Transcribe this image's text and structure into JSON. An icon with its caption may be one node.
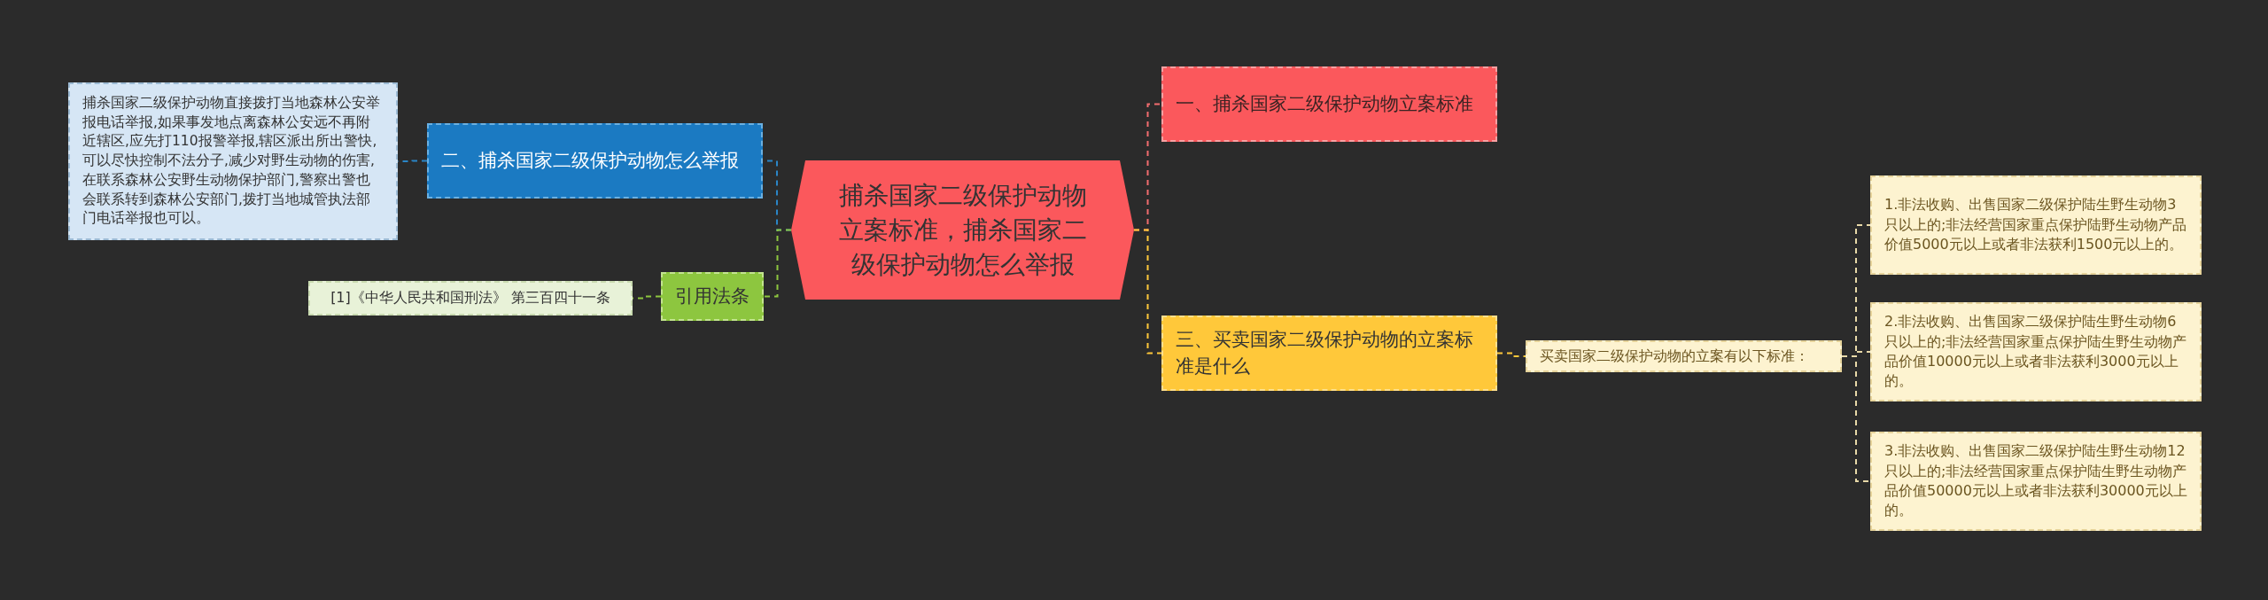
{
  "diagram": {
    "nodes": [
      {
        "text": [
          "捕杀国家二级保护动物立案标准，捕杀国家二级保护动物怎么举报"
        ]
      },
      {
        "text": [
          "一、捕杀国家二级保护动物立案标准"
        ]
      },
      {
        "text": [
          "二、捕杀国家二级保护动物怎么举报"
        ]
      },
      {
        "text": [
          "捕杀国家二级保护动物直接拨打当地森林公安举报电话举报,如果事发地点离森林公安远不再附近辖区,应先打110报警举报,辖区派出所出警快,可以尽快控制不法分子,减少对野生动物的伤害,在联系森林公安野生动物保护部门,警察出警也会联系转到森林公安部门,拨打当地城管执法部门电话举报也可以。"
        ]
      },
      {
        "text": [
          "引用法条"
        ]
      },
      {
        "text": [
          "[1]《中华人民共和国刑法》 第三百四十一条"
        ]
      },
      {
        "text": [
          "三、买卖国家二级保护动物的立案标准是什么"
        ]
      },
      {
        "text": [
          "买卖国家二级保护动物的立案有以下标准："
        ]
      },
      {
        "text": [
          "1.非法收购、出售国家二级保护陆生野生动物3只以上的;非法经营国家重点保护陆野生动物产品价值5000元以上或者非法获利1500元以上的。"
        ]
      },
      {
        "text": [
          "2.非法收购、出售国家二级保护陆生野生动物6只以上的;非法经营国家重点保护陆生野生动物产品价值10000元以上或者非法获利3000元以上的。"
        ]
      },
      {
        "text": [
          "3.非法收购、出售国家二级保护陆生野生动物12只以上的;非法经营国家重点保护陆生野生动物产品价值50000元以上或者非法获利30000元以上的。"
        ]
      }
    ],
    "edges": [
      {
        "from": 0,
        "to": 1,
        "arrow": "none",
        "style": "dashed",
        "color": "#f26d6f"
      },
      {
        "from": 0,
        "to": 2,
        "arrow": "none",
        "style": "dashed",
        "color": "#2a86c8"
      },
      {
        "from": 2,
        "to": 3,
        "arrow": "none",
        "style": "dashed",
        "color": "#2a86c8"
      },
      {
        "from": 0,
        "to": 4,
        "arrow": "none",
        "style": "dashed",
        "color": "#8dc63f"
      },
      {
        "from": 4,
        "to": 5,
        "arrow": "none",
        "style": "dashed",
        "color": "#8dc63f"
      },
      {
        "from": 0,
        "to": 6,
        "arrow": "none",
        "style": "dashed",
        "color": "#ffc83a"
      },
      {
        "from": 6,
        "to": 7,
        "arrow": "none",
        "style": "dashed",
        "color": "#ffc83a"
      },
      {
        "from": 7,
        "to": 8,
        "arrow": "none",
        "style": "dashed",
        "color": "#e8d9a8"
      },
      {
        "from": 7,
        "to": 9,
        "arrow": "none",
        "style": "dashed",
        "color": "#e8d9a8"
      },
      {
        "from": 7,
        "to": 10,
        "arrow": "none",
        "style": "dashed",
        "color": "#e8d9a8"
      }
    ]
  }
}
